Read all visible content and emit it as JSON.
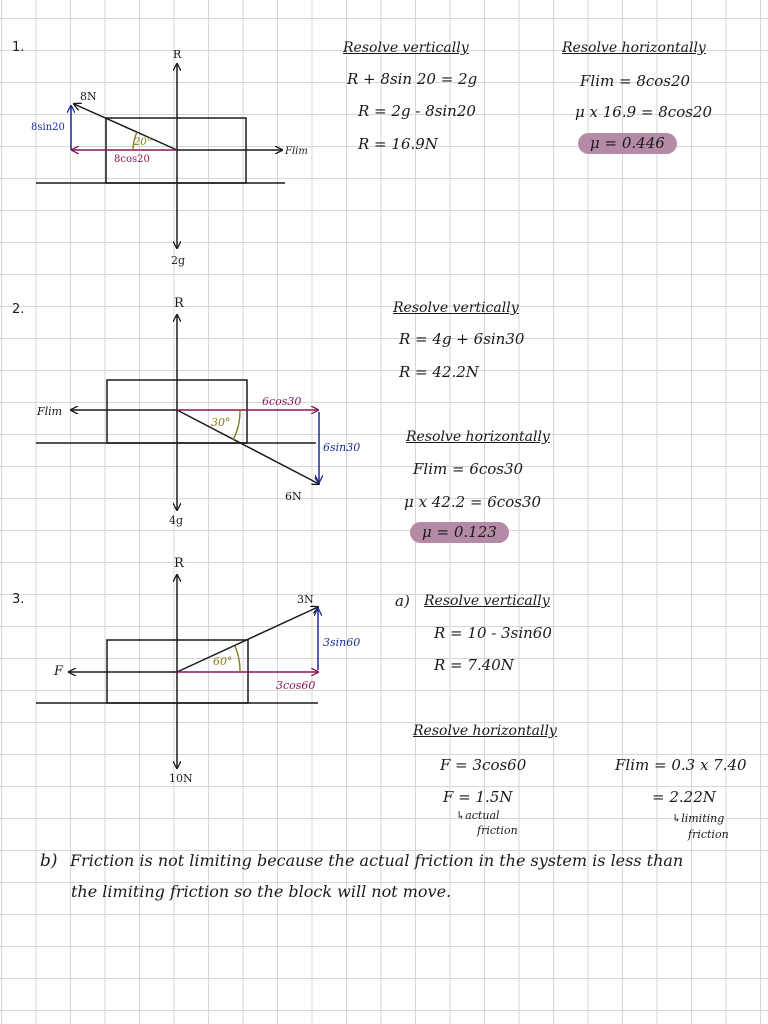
{
  "colors": {
    "ink": "#1a1a1a",
    "vertical_component": "#1a2a9c",
    "horizontal_component": "#8a1657",
    "angle_arc": "#8a7a14",
    "answer_highlight": "#b48aa6"
  },
  "q1": {
    "number": "1.",
    "labels": {
      "R": "R",
      "force": "8N",
      "vert_comp": "8sin20",
      "horiz_comp": "8cos20",
      "angle": "20°",
      "friction": "Flim",
      "weight": "2g"
    },
    "vertical": {
      "heading": "Resolve vertically",
      "lines": [
        "R + 8sin 20 = 2g",
        "R = 2g - 8sin20",
        "R = 16.9N"
      ]
    },
    "horizontal": {
      "heading": "Resolve horizontally",
      "lines": [
        "Flim = 8cos20",
        "μ x 16.9 = 8cos20"
      ],
      "answer": "μ = 0.446"
    }
  },
  "q2": {
    "number": "2.",
    "labels": {
      "R": "R",
      "force": "6N",
      "vert_comp": "6sin30",
      "horiz_comp": "6cos30",
      "angle": "30°",
      "friction": "Flim",
      "weight": "4g"
    },
    "vertical": {
      "heading": "Resolve vertically",
      "lines": [
        "R = 4g + 6sin30",
        "R = 42.2N"
      ]
    },
    "horizontal": {
      "heading": "Resolve horizontally",
      "lines": [
        "Flim = 6cos30",
        "μ x 42.2 = 6cos30"
      ],
      "answer": "μ = 0.123"
    }
  },
  "q3": {
    "number": "3.",
    "labels": {
      "R": "R",
      "force": "3N",
      "vert_comp": "3sin60",
      "horiz_comp": "3cos60",
      "angle": "60°",
      "friction": "F",
      "weight": "10N"
    },
    "part_a": "a)",
    "vertical": {
      "heading": "Resolve vertically",
      "lines": [
        "R = 10 - 3sin60",
        "R = 7.40N"
      ]
    },
    "horizontal": {
      "heading": "Resolve horizontally",
      "left_lines": [
        "F = 3cos60",
        "F = 1.5N"
      ],
      "left_note": [
        "↳actual",
        "friction"
      ],
      "right_lines": [
        "Flim = 0.3 x 7.40",
        "= 2.22N"
      ],
      "right_note": [
        "↳limiting",
        "friction"
      ]
    },
    "part_b": "b)",
    "conclusion": [
      "Friction is not limiting because the actual friction in the system is less than",
      "the limiting friction so the block will not move."
    ]
  }
}
